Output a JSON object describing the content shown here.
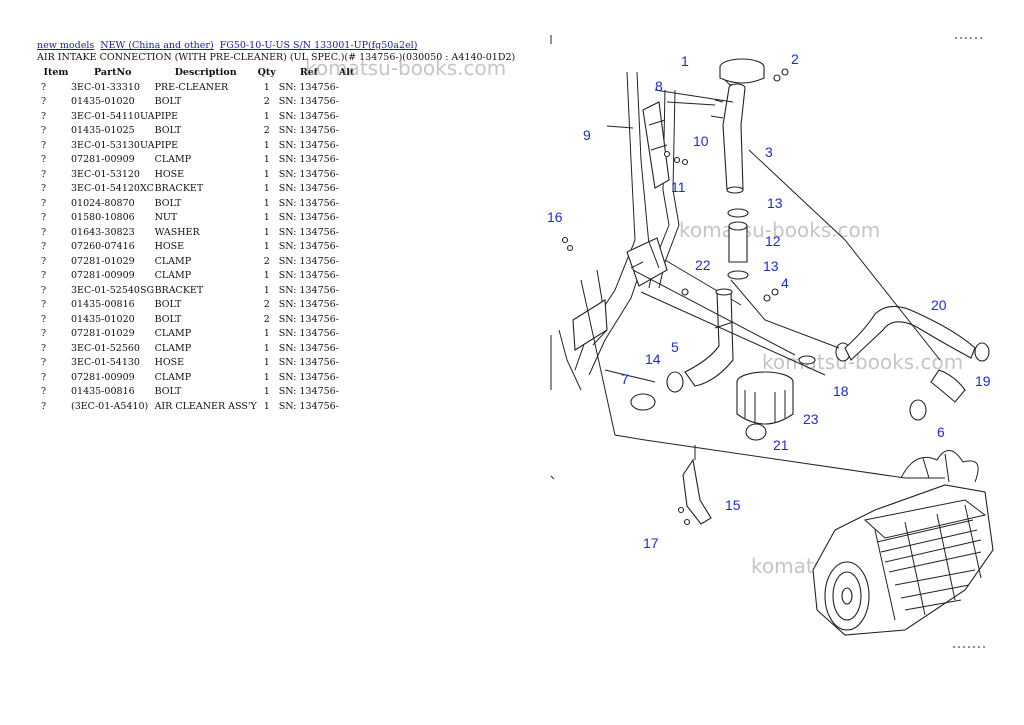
{
  "breadcrumb": [
    {
      "label": "new models"
    },
    {
      "label": "NEW (China and other)"
    },
    {
      "label": "FG50-10-U-US S/N 133001-UP(fg50a2el)"
    }
  ],
  "page_title": "AIR INTAKE CONNECTION (WITH PRE-CLEANER) (UL SPEC.)(# 134756-)(030050 : A4140-01D2)",
  "table": {
    "headers": [
      "Item",
      "PartNo",
      "Description",
      "Qty",
      "Ref",
      "Alt"
    ],
    "rows": [
      [
        "?",
        "3EC-01-33310",
        "PRE-CLEANER",
        "1",
        "SN: 134756-",
        ""
      ],
      [
        "?",
        "01435-01020",
        "BOLT",
        "2",
        "SN: 134756-",
        ""
      ],
      [
        "?",
        "3EC-01-54110UA",
        "PIPE",
        "1",
        "SN: 134756-",
        ""
      ],
      [
        "?",
        "01435-01025",
        "BOLT",
        "2",
        "SN: 134756-",
        ""
      ],
      [
        "?",
        "3EC-01-53130UA",
        "PIPE",
        "1",
        "SN: 134756-",
        ""
      ],
      [
        "?",
        "07281-00909",
        "CLAMP",
        "1",
        "SN: 134756-",
        ""
      ],
      [
        "?",
        "3EC-01-53120",
        "HOSE",
        "1",
        "SN: 134756-",
        ""
      ],
      [
        "?",
        "3EC-01-54120XC",
        "BRACKET",
        "1",
        "SN: 134756-",
        ""
      ],
      [
        "?",
        "01024-80870",
        "BOLT",
        "1",
        "SN: 134756-",
        ""
      ],
      [
        "?",
        "01580-10806",
        "NUT",
        "1",
        "SN: 134756-",
        ""
      ],
      [
        "?",
        "01643-30823",
        "WASHER",
        "1",
        "SN: 134756-",
        ""
      ],
      [
        "?",
        "07260-07416",
        "HOSE",
        "1",
        "SN: 134756-",
        ""
      ],
      [
        "?",
        "07281-01029",
        "CLAMP",
        "2",
        "SN: 134756-",
        ""
      ],
      [
        "?",
        "07281-00909",
        "CLAMP",
        "1",
        "SN: 134756-",
        ""
      ],
      [
        "?",
        "3EC-01-52540SG",
        "BRACKET",
        "1",
        "SN: 134756-",
        ""
      ],
      [
        "?",
        "01435-00816",
        "BOLT",
        "2",
        "SN: 134756-",
        ""
      ],
      [
        "?",
        "01435-01020",
        "BOLT",
        "2",
        "SN: 134756-",
        ""
      ],
      [
        "?",
        "07281-01029",
        "CLAMP",
        "1",
        "SN: 134756-",
        ""
      ],
      [
        "?",
        "3EC-01-52560",
        "CLAMP",
        "1",
        "SN: 134756-",
        ""
      ],
      [
        "?",
        "3EC-01-54130",
        "HOSE",
        "1",
        "SN: 134756-",
        ""
      ],
      [
        "?",
        "07281-00909",
        "CLAMP",
        "1",
        "SN: 134756-",
        ""
      ],
      [
        "?",
        "01435-00816",
        "BOLT",
        "1",
        "SN: 134756-",
        ""
      ],
      [
        "?",
        "(3EC-01-A5410)",
        "AIR CLEANER ASS'Y",
        "1",
        "SN: 134756-",
        ""
      ]
    ]
  },
  "watermark": "komatsu-books.com",
  "diagram": {
    "callouts": [
      "1",
      "2",
      "3",
      "4",
      "5",
      "6",
      "7",
      "8",
      "9",
      "10",
      "11",
      "12",
      "13",
      "13",
      "14",
      "15",
      "16",
      "17",
      "18",
      "19",
      "20",
      "21",
      "22",
      "23"
    ]
  },
  "colors": {
    "callout": "#1f2bd0",
    "link": "#1a1aa8"
  }
}
